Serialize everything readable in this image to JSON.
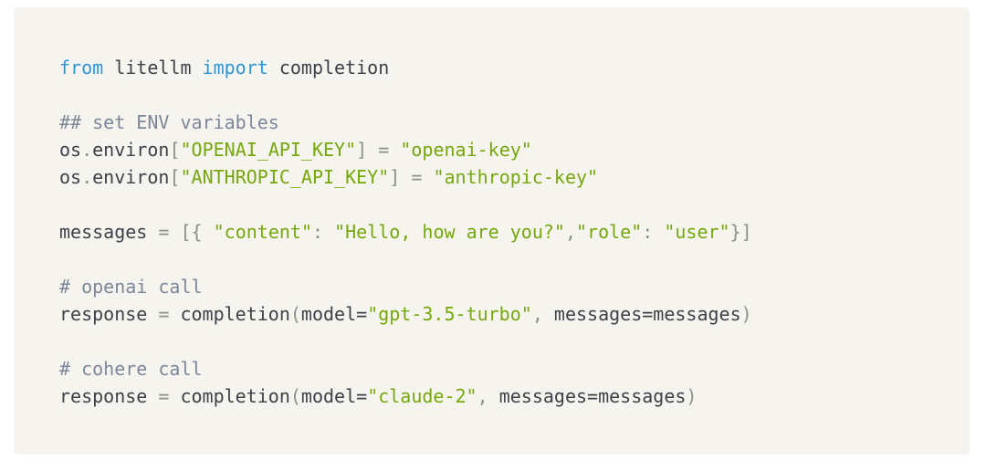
{
  "panel": {
    "page_bg": "#ffffff",
    "card_bg": "#f5f4ef"
  },
  "colors": {
    "default": "#3d4148",
    "keyword": "#2e95d3",
    "string": "#76a70c",
    "comment": "#7d8799",
    "punct": "#8e9089"
  },
  "code": {
    "language": "python",
    "lines": [
      {
        "tokens": [
          {
            "text": "from",
            "type": "keyword"
          },
          {
            "text": " litellm ",
            "type": "default"
          },
          {
            "text": "import",
            "type": "keyword"
          },
          {
            "text": " completion",
            "type": "default"
          }
        ]
      },
      {
        "tokens": []
      },
      {
        "tokens": [
          {
            "text": "## set ENV variables",
            "type": "comment"
          }
        ]
      },
      {
        "tokens": [
          {
            "text": "os",
            "type": "default"
          },
          {
            "text": ".",
            "type": "punct"
          },
          {
            "text": "environ",
            "type": "default"
          },
          {
            "text": "[",
            "type": "punct"
          },
          {
            "text": "\"OPENAI_API_KEY\"",
            "type": "string"
          },
          {
            "text": "]",
            "type": "punct"
          },
          {
            "text": " ",
            "type": "default"
          },
          {
            "text": "=",
            "type": "punct"
          },
          {
            "text": " ",
            "type": "default"
          },
          {
            "text": "\"openai-key\"",
            "type": "string"
          }
        ]
      },
      {
        "tokens": [
          {
            "text": "os",
            "type": "default"
          },
          {
            "text": ".",
            "type": "punct"
          },
          {
            "text": "environ",
            "type": "default"
          },
          {
            "text": "[",
            "type": "punct"
          },
          {
            "text": "\"ANTHROPIC_API_KEY\"",
            "type": "string"
          },
          {
            "text": "]",
            "type": "punct"
          },
          {
            "text": " ",
            "type": "default"
          },
          {
            "text": "=",
            "type": "punct"
          },
          {
            "text": " ",
            "type": "default"
          },
          {
            "text": "\"anthropic-key\"",
            "type": "string"
          }
        ]
      },
      {
        "tokens": []
      },
      {
        "tokens": [
          {
            "text": "messages ",
            "type": "default"
          },
          {
            "text": "=",
            "type": "punct"
          },
          {
            "text": " ",
            "type": "default"
          },
          {
            "text": "[{",
            "type": "punct"
          },
          {
            "text": " ",
            "type": "default"
          },
          {
            "text": "\"content\"",
            "type": "string"
          },
          {
            "text": ":",
            "type": "punct"
          },
          {
            "text": " ",
            "type": "default"
          },
          {
            "text": "\"Hello, how are you?\"",
            "type": "string"
          },
          {
            "text": ",",
            "type": "punct"
          },
          {
            "text": "\"role\"",
            "type": "string"
          },
          {
            "text": ":",
            "type": "punct"
          },
          {
            "text": " ",
            "type": "default"
          },
          {
            "text": "\"user\"",
            "type": "string"
          },
          {
            "text": "}]",
            "type": "punct"
          }
        ]
      },
      {
        "tokens": []
      },
      {
        "tokens": [
          {
            "text": "# openai call",
            "type": "comment"
          }
        ]
      },
      {
        "tokens": [
          {
            "text": "response ",
            "type": "default"
          },
          {
            "text": "=",
            "type": "punct"
          },
          {
            "text": " completion",
            "type": "default"
          },
          {
            "text": "(",
            "type": "punct"
          },
          {
            "text": "model",
            "type": "default"
          },
          {
            "text": "=",
            "type": "default"
          },
          {
            "text": "\"gpt-3.5-turbo\"",
            "type": "string"
          },
          {
            "text": ",",
            "type": "punct"
          },
          {
            "text": " messages",
            "type": "default"
          },
          {
            "text": "=",
            "type": "default"
          },
          {
            "text": "messages",
            "type": "default"
          },
          {
            "text": ")",
            "type": "punct"
          }
        ]
      },
      {
        "tokens": []
      },
      {
        "tokens": [
          {
            "text": "# cohere call",
            "type": "comment"
          }
        ]
      },
      {
        "tokens": [
          {
            "text": "response ",
            "type": "default"
          },
          {
            "text": "=",
            "type": "punct"
          },
          {
            "text": " completion",
            "type": "default"
          },
          {
            "text": "(",
            "type": "punct"
          },
          {
            "text": "model",
            "type": "default"
          },
          {
            "text": "=",
            "type": "default"
          },
          {
            "text": "\"claude-2\"",
            "type": "string"
          },
          {
            "text": ",",
            "type": "punct"
          },
          {
            "text": " messages",
            "type": "default"
          },
          {
            "text": "=",
            "type": "default"
          },
          {
            "text": "messages",
            "type": "default"
          },
          {
            "text": ")",
            "type": "punct"
          }
        ]
      }
    ]
  }
}
